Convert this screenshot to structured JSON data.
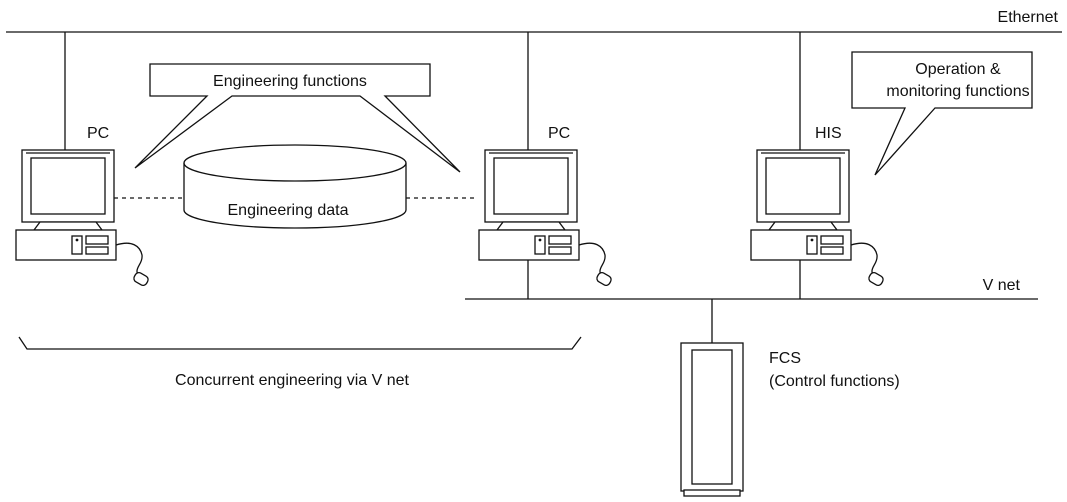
{
  "labels": {
    "ethernet": "Ethernet",
    "vnet": "V net",
    "pc_left": "PC",
    "pc_right": "PC",
    "his": "HIS",
    "engineering_functions": "Engineering functions",
    "engineering_data": "Engineering data",
    "operation_line1": "Operation &",
    "operation_line2": "monitoring functions",
    "fcs_line1": "FCS",
    "fcs_line2": "(Control functions)",
    "concurrent": "Concurrent engineering via V net"
  },
  "colors": {
    "line": "#111111",
    "background": "#ffffff"
  }
}
